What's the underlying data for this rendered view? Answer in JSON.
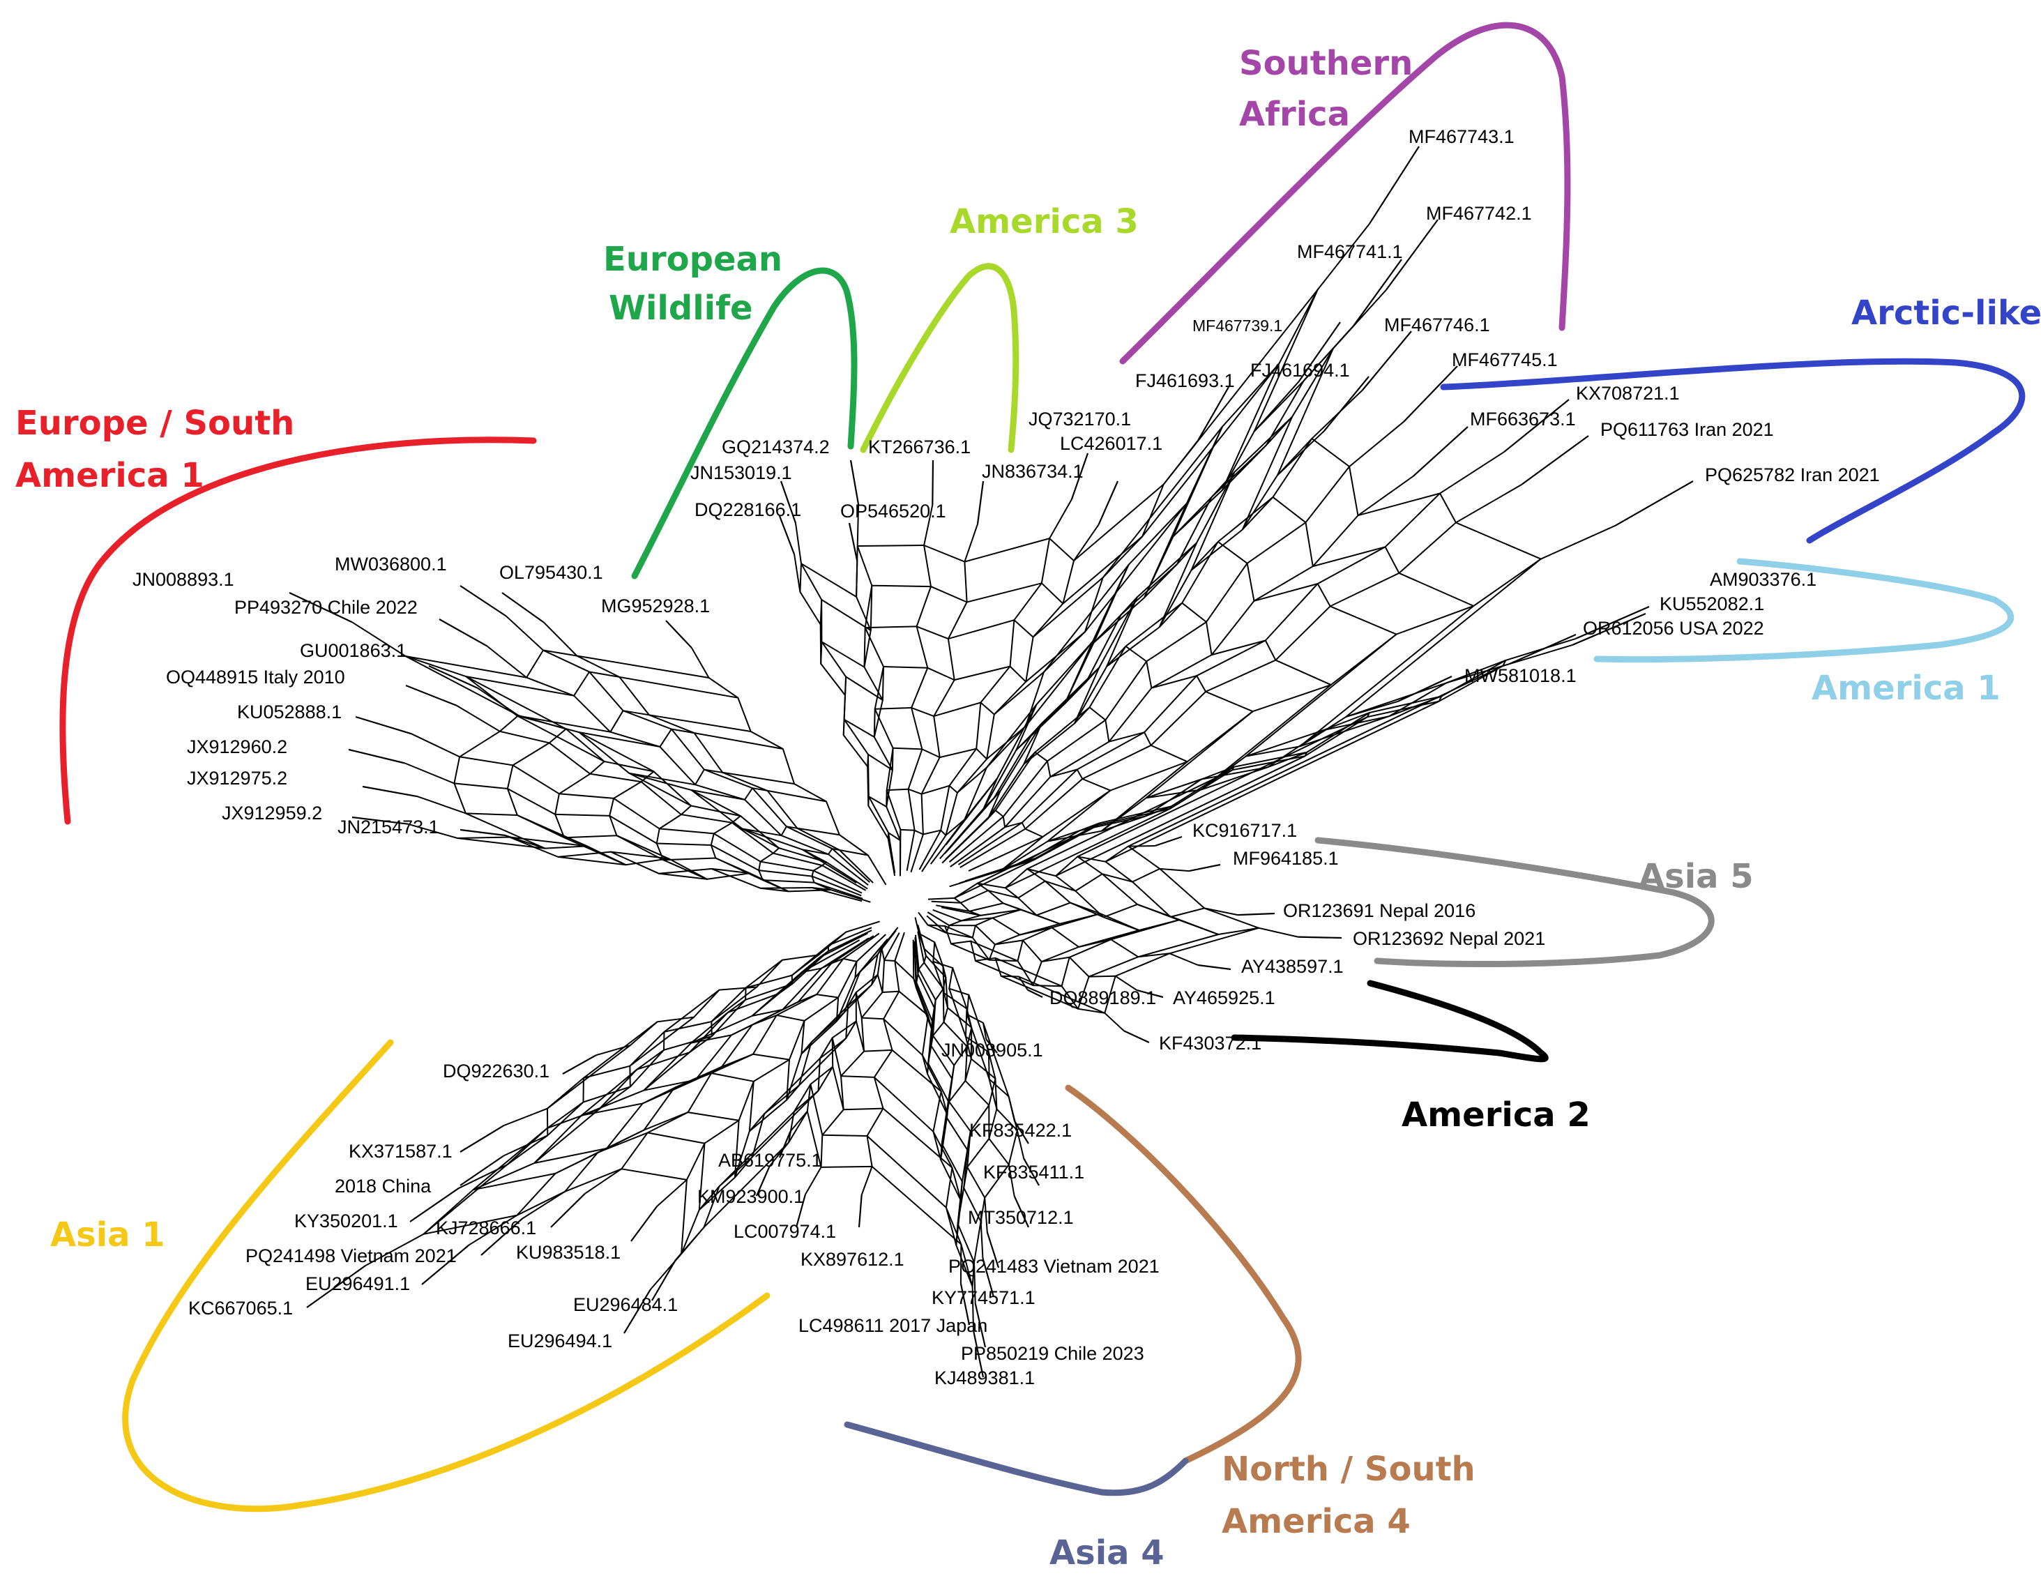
{
  "clades": [
    {
      "id": "eusa1",
      "lines": [
        "Europe / South",
        "America 1"
      ],
      "color": "#e8202a"
    },
    {
      "id": "euwild",
      "lines": [
        "European",
        "Wildlife"
      ],
      "color": "#1fa64a"
    },
    {
      "id": "am3",
      "lines": [
        "America 3"
      ],
      "color": "#a8d82a"
    },
    {
      "id": "safr",
      "lines": [
        "Southern",
        "Africa"
      ],
      "color": "#a346a8"
    },
    {
      "id": "arctic",
      "lines": [
        "Arctic-like"
      ],
      "color": "#3344c8"
    },
    {
      "id": "am1",
      "lines": [
        "America 1"
      ],
      "color": "#8fd0e8"
    },
    {
      "id": "asia5",
      "lines": [
        "Asia 5"
      ],
      "color": "#8a8a8a"
    },
    {
      "id": "am2",
      "lines": [
        "America 2"
      ],
      "color": "#000000"
    },
    {
      "id": "nsam4",
      "lines": [
        "North / South",
        "America 4"
      ],
      "color": "#b87a4f"
    },
    {
      "id": "asia4",
      "lines": [
        "Asia 4"
      ],
      "color": "#5a6494"
    },
    {
      "id": "asia1",
      "lines": [
        "Asia 1"
      ],
      "color": "#f5c816"
    }
  ],
  "taxa": [
    "JN008893.1",
    "PP493270 Chile 2022",
    "MW036800.1",
    "OL795430.1",
    "MG952928.1",
    "GU001863.1",
    "OQ448915 Italy 2010",
    "KU052888.1",
    "JX912960.2",
    "JX912975.2",
    "JX912959.2",
    "JN215473.1",
    "GQ214374.2",
    "JN153019.1",
    "DQ228166.1",
    "KT266736.1",
    "OP546520.1",
    "JN836734.1",
    "JQ732170.1",
    "LC426017.1",
    "FJ461693.1",
    "FJ461694.1",
    "MF467739.1",
    "MF467741.1",
    "MF467742.1",
    "MF467743.1",
    "MF467746.1",
    "MF467745.1",
    "KX708721.1",
    "MF663673.1",
    "PQ611763 Iran 2021",
    "PQ625782 Iran 2021",
    "AM903376.1",
    "KU552082.1",
    "OR612056 USA 2022",
    "MW581018.1",
    "KC916717.1",
    "MF964185.1",
    "OR123691 Nepal 2016",
    "OR123692 Nepal 2021",
    "AY438597.1",
    "DQ889189.1",
    "AY465925.1",
    "KF430372.1",
    "JN008905.1",
    "KF835422.1",
    "KF835411.1",
    "MT350712.1",
    "PQ241483 Vietnam 2021",
    "KY774571.1",
    "LC498611 2017 Japan",
    "PP850219 Chile 2023",
    "KJ489381.1",
    "AB619775.1",
    "KM923900.1",
    "LC007974.1",
    "KX897612.1",
    "DQ922630.1",
    "KX371587.1",
    "2018 China",
    "KY350201.1",
    "KJ728666.1",
    "PQ241498 Vietnam 2021",
    "KU983518.1",
    "EU296491.1",
    "KC667065.1",
    "EU296484.1",
    "EU296494.1"
  ]
}
